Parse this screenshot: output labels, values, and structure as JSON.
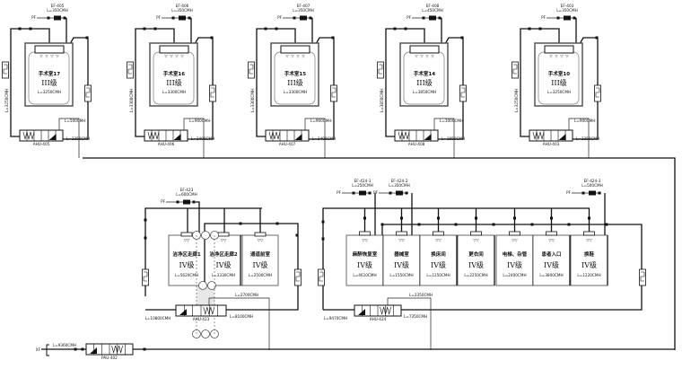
{
  "diagram": {
    "title": "",
    "top_systems": [
      {
        "ahu": "AHU-405",
        "exhaust_fan": "EF-405",
        "ef_flow": "L=350CMH",
        "room": "手术室17",
        "grade": "III级",
        "room_flow": "L=3250CMH",
        "supply_flow": "L=3250CMH",
        "fresh_flow": "L=500CMH",
        "return_flow": "L=2350CMH"
      },
      {
        "ahu": "AHU-406",
        "exhaust_fan": "EF-406",
        "ef_flow": "L=350CMH",
        "room": "手术室16",
        "grade": "III级",
        "room_flow": "L=3300CMH",
        "supply_flow": "L=3300CMH",
        "fresh_flow": "L=900CMH",
        "return_flow": "L=2400CMH"
      },
      {
        "ahu": "AHU-407",
        "exhaust_fan": "EF-407",
        "ef_flow": "L=350CMH",
        "room": "手术室15",
        "grade": "III级",
        "room_flow": "L=3300CMH",
        "supply_flow": "L=3300CMH",
        "fresh_flow": "L=900CMH",
        "return_flow": "L=2400CMH"
      },
      {
        "ahu": "AHU-408",
        "exhaust_fan": "EF-408",
        "ef_flow": "L=450CMH",
        "room": "手术室14",
        "grade": "III级",
        "room_flow": "L=3850CMH",
        "supply_flow": "L=3850CMH",
        "fresh_flow": "L=1000CMH",
        "return_flow": "L=2850CMH"
      },
      {
        "ahu": "AHU-403",
        "exhaust_fan": "EF-403",
        "ef_flow": "L=350CMH",
        "room": "手术室10",
        "grade": "III级",
        "room_flow": "L=3250CMH",
        "supply_flow": "L=3250CMH",
        "fresh_flow": "L=900CMH",
        "return_flow": "L=2350CMH"
      }
    ],
    "ahu423": {
      "ahu": "AHU-423",
      "exhaust_fan": "EF-423",
      "ef_flow": "L=600CMH",
      "supply_flow": "L=10800CMH",
      "fresh_flow": "L=2700CMH",
      "return_flow": "L=8100CMH",
      "rooms": [
        {
          "name": "洁净区走廊1",
          "grade": "IV级",
          "flow": "L=5620CMH"
        },
        {
          "name": "洁净区走廊2",
          "grade": "IV级",
          "flow": "L=3330CMH"
        },
        {
          "name": "通道前室",
          "grade": "IV级",
          "flow": "L=2500CMH"
        }
      ]
    },
    "ahu424": {
      "ahu": "AHU-424",
      "supply_flow": "L=9470CMH",
      "fresh_flow": "L=2350CMH",
      "return_flow": "L=7350CMH",
      "exhaust_fans": [
        {
          "name": "EF-424-1",
          "flow": "L=250CMH"
        },
        {
          "name": "EF-424-2",
          "flow": "L=350CMH"
        },
        {
          "name": "EF-424-3",
          "flow": "L=500CMH"
        }
      ],
      "rooms": [
        {
          "name": "麻醉恢复室",
          "grade": "IV级",
          "flow": "L=4610CMH"
        },
        {
          "name": "器械室",
          "grade": "IV级",
          "flow": "L=1550CMH"
        },
        {
          "name": "换床间",
          "grade": "IV级",
          "flow": "L=1250CMH"
        },
        {
          "name": "更衣间",
          "grade": "IV级",
          "flow": "L=2250CMH"
        },
        {
          "name": "电梯、杂管",
          "grade": "IV级",
          "flow": "L=2400CMH"
        },
        {
          "name": "患者入口",
          "grade": "IV级",
          "flow": "L=3800CMH"
        },
        {
          "name": "换鞋",
          "grade": "IV级",
          "flow": "L=1220CMH"
        }
      ]
    },
    "pau": {
      "name": "PAU-402",
      "inlet": "XF",
      "flow": "L=9360CMH"
    },
    "pf_label": "PF"
  }
}
